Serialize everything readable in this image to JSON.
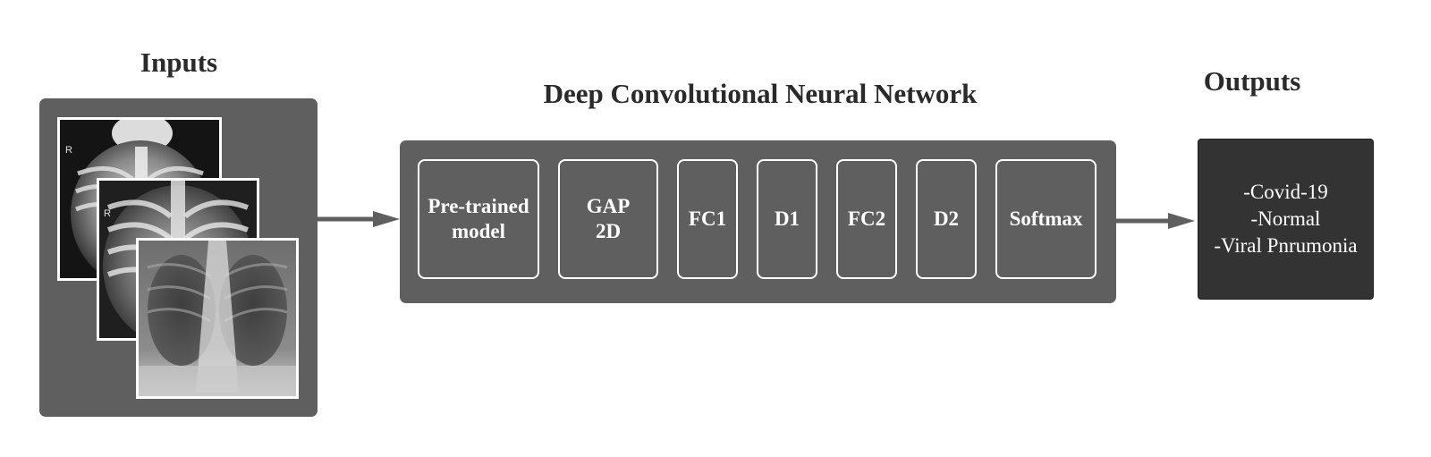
{
  "titles": {
    "inputs": "Inputs",
    "network": "Deep Convolutional Neural Network",
    "outputs": "Outputs"
  },
  "layers": [
    {
      "label": "Pre-trained\nmodel"
    },
    {
      "label": "GAP\n2D"
    },
    {
      "label": "FC1"
    },
    {
      "label": "D1"
    },
    {
      "label": "FC2"
    },
    {
      "label": "D2"
    },
    {
      "label": "Softmax"
    }
  ],
  "xray_markers": [
    "R",
    "R"
  ],
  "outputs": [
    "-Covid-19",
    "-Normal",
    "-Viral Pnrumonia"
  ],
  "colors": {
    "panel": "#5f5f5f",
    "output_box": "#333333",
    "arrow": "#5f5f5f",
    "text_dark": "#2a2a2a",
    "text_light": "#ffffff"
  },
  "icons": {
    "arrow": "arrow-right-icon",
    "xray": "chest-xray-image"
  }
}
